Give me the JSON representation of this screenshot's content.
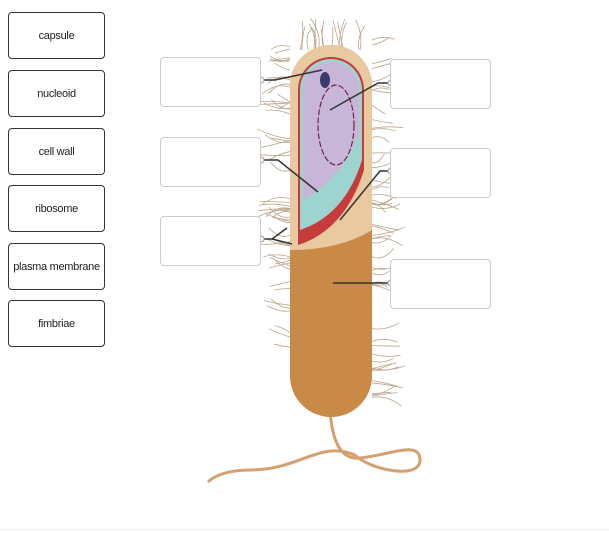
{
  "labels": [
    "capsule",
    "nucleoid",
    "cell wall",
    "ribosome",
    "plasma membrane",
    "fimbriae"
  ],
  "drop_zones": {
    "left": [
      {
        "value": ""
      },
      {
        "value": ""
      },
      {
        "value": ""
      }
    ],
    "right": [
      {
        "value": ""
      },
      {
        "value": ""
      },
      {
        "value": ""
      }
    ]
  },
  "colors": {
    "body": "#c98a48",
    "capsule": "#e8c9a0",
    "membrane": "#c63b3b",
    "cytoplasm": "#c8b6d8",
    "nucleoid": "#7a1f4a",
    "fimbriae": "#b8a48c"
  }
}
